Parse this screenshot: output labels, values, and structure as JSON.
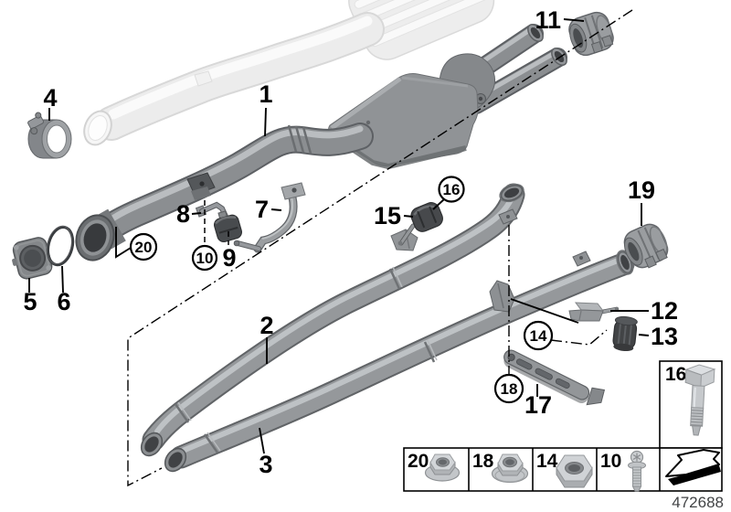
{
  "doc_number": "472688",
  "callouts": {
    "plain": [
      {
        "id": "1"
      },
      {
        "id": "2"
      },
      {
        "id": "3"
      },
      {
        "id": "4"
      },
      {
        "id": "5"
      },
      {
        "id": "6"
      },
      {
        "id": "7"
      },
      {
        "id": "8"
      },
      {
        "id": "9"
      },
      {
        "id": "11"
      },
      {
        "id": "12"
      },
      {
        "id": "13"
      },
      {
        "id": "15"
      },
      {
        "id": "17"
      },
      {
        "id": "19"
      }
    ],
    "circled": [
      {
        "id": "10"
      },
      {
        "id": "14"
      },
      {
        "id": "16"
      },
      {
        "id": "18"
      },
      {
        "id": "20"
      }
    ]
  },
  "legend": {
    "bolt_box": {
      "id": "16",
      "icon": "hex-bolt-icon"
    },
    "cells": [
      {
        "id": "20",
        "icon": "flange-nut-icon"
      },
      {
        "id": "18",
        "icon": "flange-nut-washer-icon"
      },
      {
        "id": "14",
        "icon": "hex-nut-icon"
      },
      {
        "id": "10",
        "icon": "screw-washer-icon"
      },
      {
        "id": "",
        "icon": "direction-arrow-icon"
      }
    ]
  },
  "colors": {
    "part_gray": "#8f9295",
    "ghost_gray": "#ececec",
    "rubber_dark": "#46484b",
    "line": "#000000"
  }
}
